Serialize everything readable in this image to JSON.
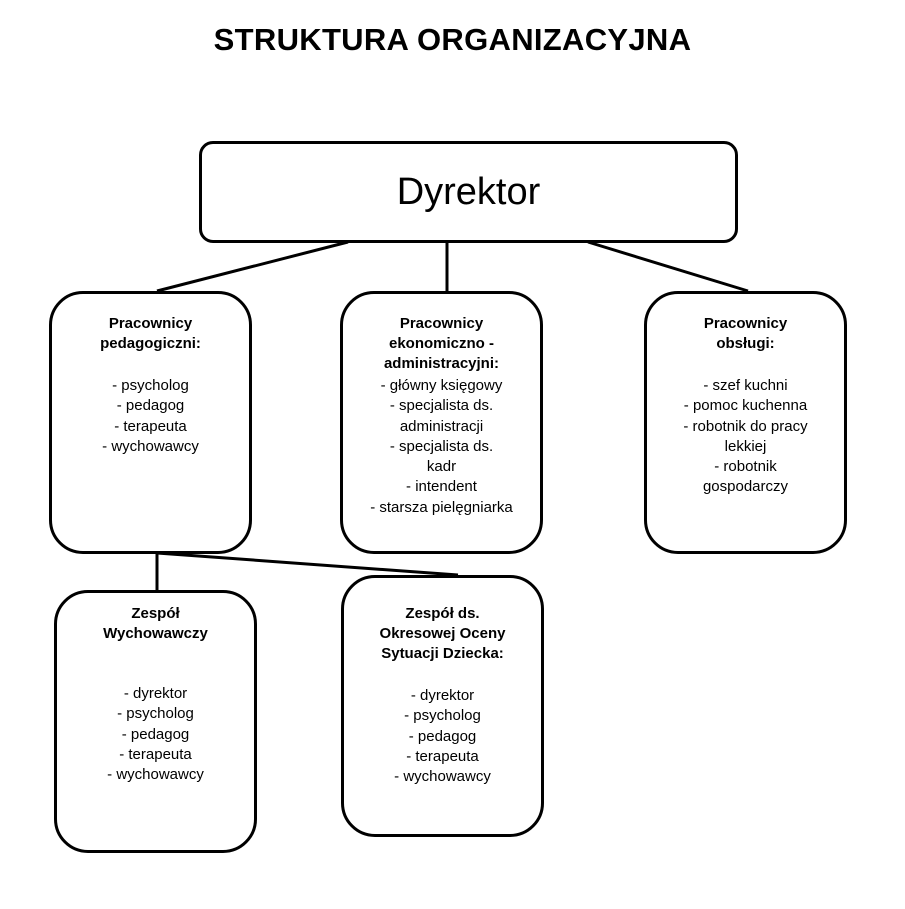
{
  "title": "STRUKTURA ORGANIZACYJNA",
  "director": {
    "label": "Dyrektor"
  },
  "groups": [
    {
      "heading_lines": [
        "Pracownicy",
        "pedagogiczni:"
      ],
      "items": [
        "- psycholog",
        "- pedagog",
        "- terapeuta",
        "- wychowawcy"
      ]
    },
    {
      "heading_lines": [
        "Pracownicy",
        "ekonomiczno -",
        "administracyjni:"
      ],
      "items": [
        "- główny księgowy",
        "- specjalista ds.",
        "administracji",
        "- specjalista ds.",
        "kadr",
        "- intendent",
        "- starsza pielęgniarka"
      ]
    },
    {
      "heading_lines": [
        "Pracownicy",
        "obsługi:"
      ],
      "items": [
        "- szef kuchni",
        "- pomoc kuchenna",
        "- robotnik do pracy",
        "lekkiej",
        "- robotnik",
        "gospodarczy"
      ]
    }
  ],
  "teams": [
    {
      "heading_lines": [
        "Zespół",
        "Wychowawczy"
      ],
      "items": [
        "- dyrektor",
        "- psycholog",
        "- pedagog",
        "- terapeuta",
        "- wychowawcy"
      ]
    },
    {
      "heading_lines": [
        "Zespół ds.",
        "Okresowej Oceny",
        "Sytuacji Dziecka:"
      ],
      "items": [
        "- dyrektor",
        "- psycholog",
        "- pedagog",
        "- terapeuta",
        "- wychowawcy"
      ]
    }
  ],
  "colors": {
    "line": "#000000",
    "background": "#ffffff"
  }
}
